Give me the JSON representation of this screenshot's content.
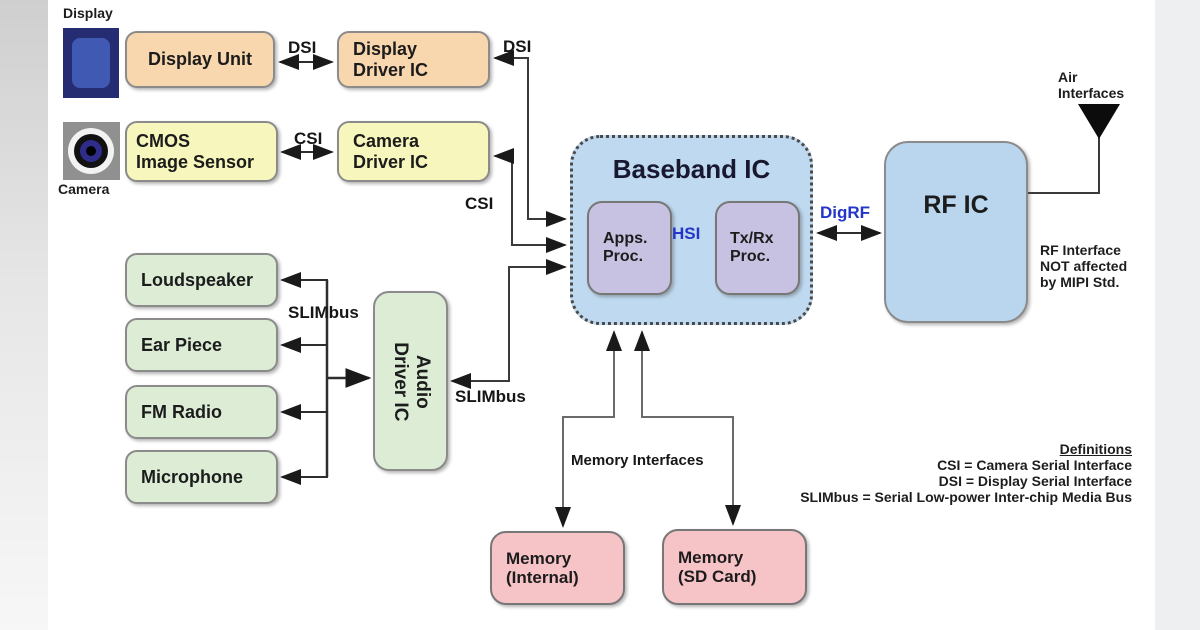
{
  "icons": {
    "display_label": "Display",
    "camera_label": "Camera"
  },
  "boxes": {
    "display_unit": {
      "line1": "Display Unit",
      "fill": "#f8d6ae"
    },
    "display_driver": {
      "line1": "Display",
      "line2": "Driver IC",
      "fill": "#f8d6ae"
    },
    "cmos_sensor": {
      "line1": "CMOS",
      "line2": "Image Sensor",
      "fill": "#f7f7bd"
    },
    "camera_driver": {
      "line1": "Camera",
      "line2": "Driver IC",
      "fill": "#f7f7bd"
    },
    "loudspeaker": {
      "line1": "Loudspeaker",
      "fill": "#dcecd5"
    },
    "ear_piece": {
      "line1": "Ear Piece",
      "fill": "#dcecd5"
    },
    "fm_radio": {
      "line1": "FM Radio",
      "fill": "#dcecd5"
    },
    "microphone": {
      "line1": "Microphone",
      "fill": "#dcecd5"
    },
    "audio_driver": {
      "line1": "Audio",
      "line2": "Driver IC",
      "fill": "#dcecd5"
    },
    "baseband": {
      "title": "Baseband IC",
      "fill": "#bed9f0"
    },
    "apps_proc": {
      "line1": "Apps.",
      "line2": "Proc.",
      "fill": "#c8c2e2"
    },
    "txrx_proc": {
      "line1": "Tx/Rx",
      "line2": "Proc.",
      "fill": "#c8c2e2"
    },
    "rf_ic": {
      "title": "RF IC",
      "fill": "#b9d6ee"
    },
    "memory_internal": {
      "line1": "Memory",
      "line2": "(Internal)",
      "fill": "#f6c3c7"
    },
    "memory_sd": {
      "line1": "Memory",
      "line2": "(SD Card)",
      "fill": "#f6c3c7"
    }
  },
  "bus_labels": {
    "dsi_1": "DSI",
    "dsi_2": "DSI",
    "csi_1": "CSI",
    "csi_2": "CSI",
    "slimbus_1": "SLIMbus",
    "slimbus_2": "SLIMbus",
    "hsi": "HSI",
    "digrf": "DigRF",
    "memory_interfaces": "Memory Interfaces"
  },
  "annotations": {
    "air_line1": "Air",
    "air_line2": "Interfaces",
    "rf_note_line1": "RF Interface",
    "rf_note_line2": "NOT affected",
    "rf_note_line3": "by MIPI Std.",
    "definitions_title": "Definitions",
    "def_csi": "CSI = Camera Serial Interface",
    "def_dsi": "DSI = Display Serial Interface",
    "def_slimbus": "SLIMbus = Serial Low-power Inter-chip Media Bus"
  },
  "colors": {
    "label_blue": "#2336c8",
    "baseband_title": "#181830",
    "wire": "#3a3a3a",
    "memory_wire": "#6a6a6a"
  }
}
